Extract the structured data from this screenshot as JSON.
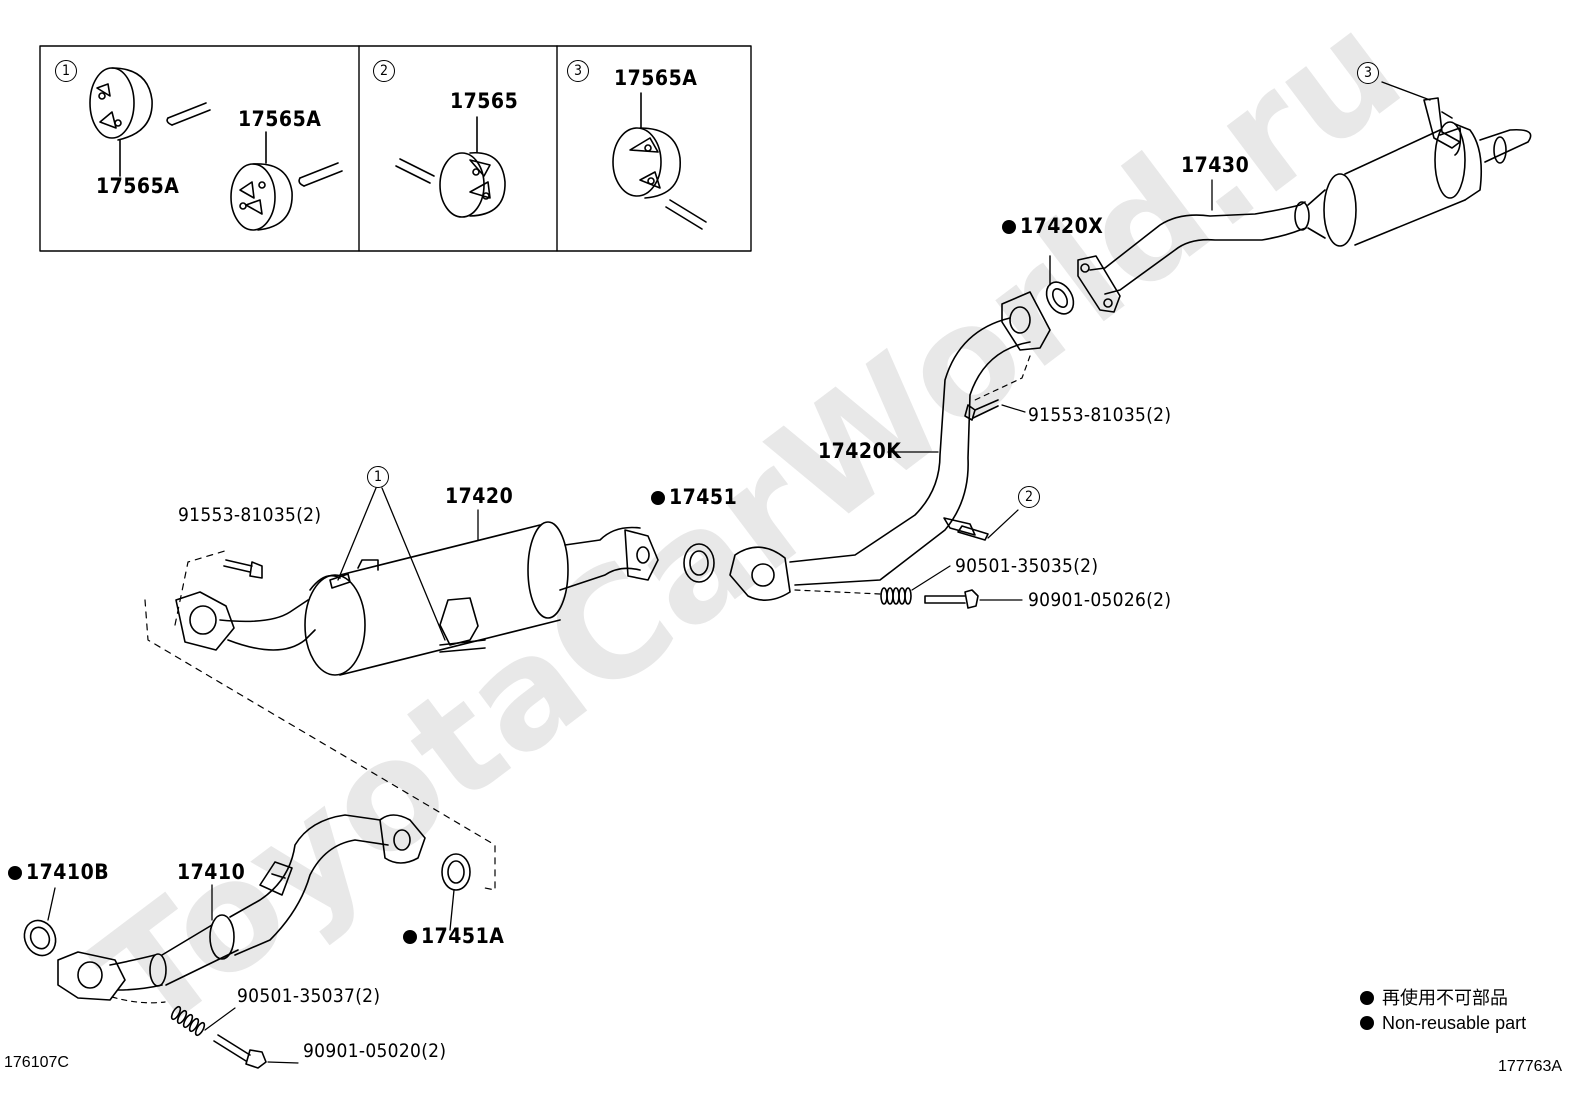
{
  "inset_boxes": [
    {
      "callout": "1",
      "labels": [
        "17565A",
        "17565A"
      ]
    },
    {
      "callout": "2",
      "labels": [
        "17565"
      ]
    },
    {
      "callout": "3",
      "labels": [
        "17565A"
      ]
    }
  ],
  "parts": {
    "p17430": "17430",
    "p17420X": "17420X",
    "p91553_upper": "91553-81035(2)",
    "p17420K": "17420K",
    "p17420": "17420",
    "p17451": "17451",
    "p91553_left": "91553-81035(2)",
    "p90501_35035": "90501-35035(2)",
    "p90901_05026": "90901-05026(2)",
    "p17410B": "17410B",
    "p17410": "17410",
    "p17451A": "17451A",
    "p90501_35037": "90501-35037(2)",
    "p90901_05020": "90901-05020(2)"
  },
  "callouts": {
    "c1": "1",
    "c2": "2",
    "c3": "3"
  },
  "legend": {
    "jp": "再使用不可部品",
    "en": "Non-reusable part"
  },
  "footer": {
    "left": "176107C",
    "right": "177763A"
  },
  "watermark": "ToyotaCarWorld.ru"
}
